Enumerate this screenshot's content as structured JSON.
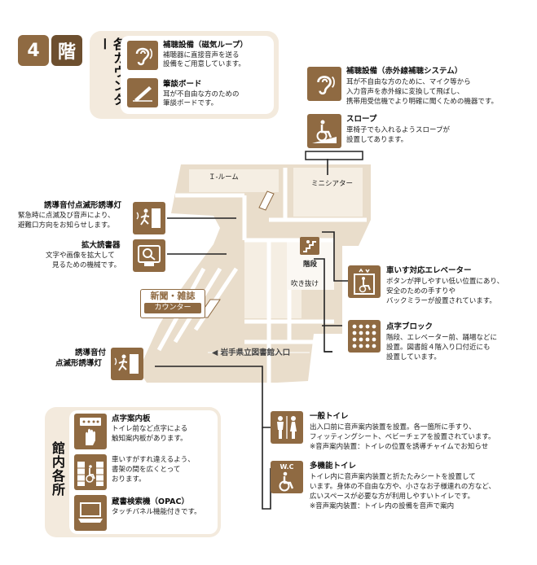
{
  "floor": {
    "number": "4",
    "kanji": "階"
  },
  "counters": {
    "heading": "各カウンター",
    "items": [
      {
        "icon": "ear-icon",
        "title": "補聴設備（磁気ループ）",
        "lines": [
          "補聴器に直接音声を送る",
          "設備をご用意しています。"
        ]
      },
      {
        "icon": "pen-icon",
        "title": "筆談ボード",
        "lines": [
          "耳が不自由な方のための",
          "筆談ボードです。"
        ]
      }
    ]
  },
  "infrared": {
    "title": "補聴設備（赤外線補聴システム）",
    "lines": [
      "耳が不自由な方のために、マイク等から",
      "入力音声を赤外線に変換して飛ばし、",
      "携帯用受信機でより明確に聞くための機器です。"
    ]
  },
  "slope": {
    "title": "スロープ",
    "lines": [
      "車椅子でも入れるようスロープが",
      "設置してあります。"
    ]
  },
  "guide_light_top": {
    "title": "誘導音付点滅形誘導灯",
    "lines": [
      "緊急時に点滅及び音声により、",
      "避難口方向をお知らせします。"
    ]
  },
  "magnifier": {
    "title": "拡大読書器",
    "lines": [
      "文字や画像を拡大して",
      "見るための機械です。"
    ]
  },
  "elevator": {
    "title": "車いす対応エレベーター",
    "lines": [
      "ボタンが押しやすい低い位置にあり、",
      "安全のための手すりや",
      "バックミラーが設置されています。"
    ]
  },
  "braille_block": {
    "title": "点字ブロック",
    "lines": [
      "階段、エレベーター前、踊場などに",
      "設置。図書館４階入り口付近にも",
      "設置しています。"
    ]
  },
  "guide_light_bottom": {
    "title_lines": [
      "誘導音付",
      "点滅形誘導灯"
    ]
  },
  "map": {
    "i_room": "Ｉ-ルーム",
    "mini_theater": "ミニシアター",
    "stairs": "階段",
    "atrium": "吹き抜け",
    "newspaper": [
      "新聞・雑誌",
      "カウンター"
    ],
    "entrance": "岩手県立図書館入口"
  },
  "facilities": {
    "heading": "館内各所",
    "items": [
      {
        "icon": "braille-board-icon",
        "title": "点字案内板",
        "lines": [
          "トイレ前など点字による",
          "触知案内板があります。"
        ]
      },
      {
        "icon": "wheelchair-aisle-icon",
        "title": "",
        "lines": [
          "車いすがすれ違えるよう、",
          "書架の間を広くとって",
          "おります。"
        ]
      },
      {
        "icon": "opac-computer-icon",
        "title": "蔵書検索機（OPAC）",
        "lines": [
          "タッチパネル機能付きです。"
        ]
      }
    ]
  },
  "toilet": {
    "title": "一般トイレ",
    "lines": [
      "出入口前に音声案内装置を設置。各一箇所に手すり、",
      "フィッティングシート、ベビーチェアを設置されています。",
      "※音声案内装置：トイレの位置を誘導チャイムでお知らせ"
    ]
  },
  "multi_toilet": {
    "icon_text": "W.C",
    "title": "多機能トイレ",
    "lines": [
      "トイレ内に音声案内装置と折たたみシートを設置して",
      "います。身体の不自由な方や、小さなお子様連れの方など、",
      "広いスペースが必要な方が利用しやすいトイレです。",
      "※音声案内装置：トイレ内の設備を音声で案内"
    ]
  },
  "colors": {
    "brown": "#8f6a42",
    "beige": "#f3eadd",
    "map": "#e9ddcb",
    "map_line": "#ffffff"
  }
}
